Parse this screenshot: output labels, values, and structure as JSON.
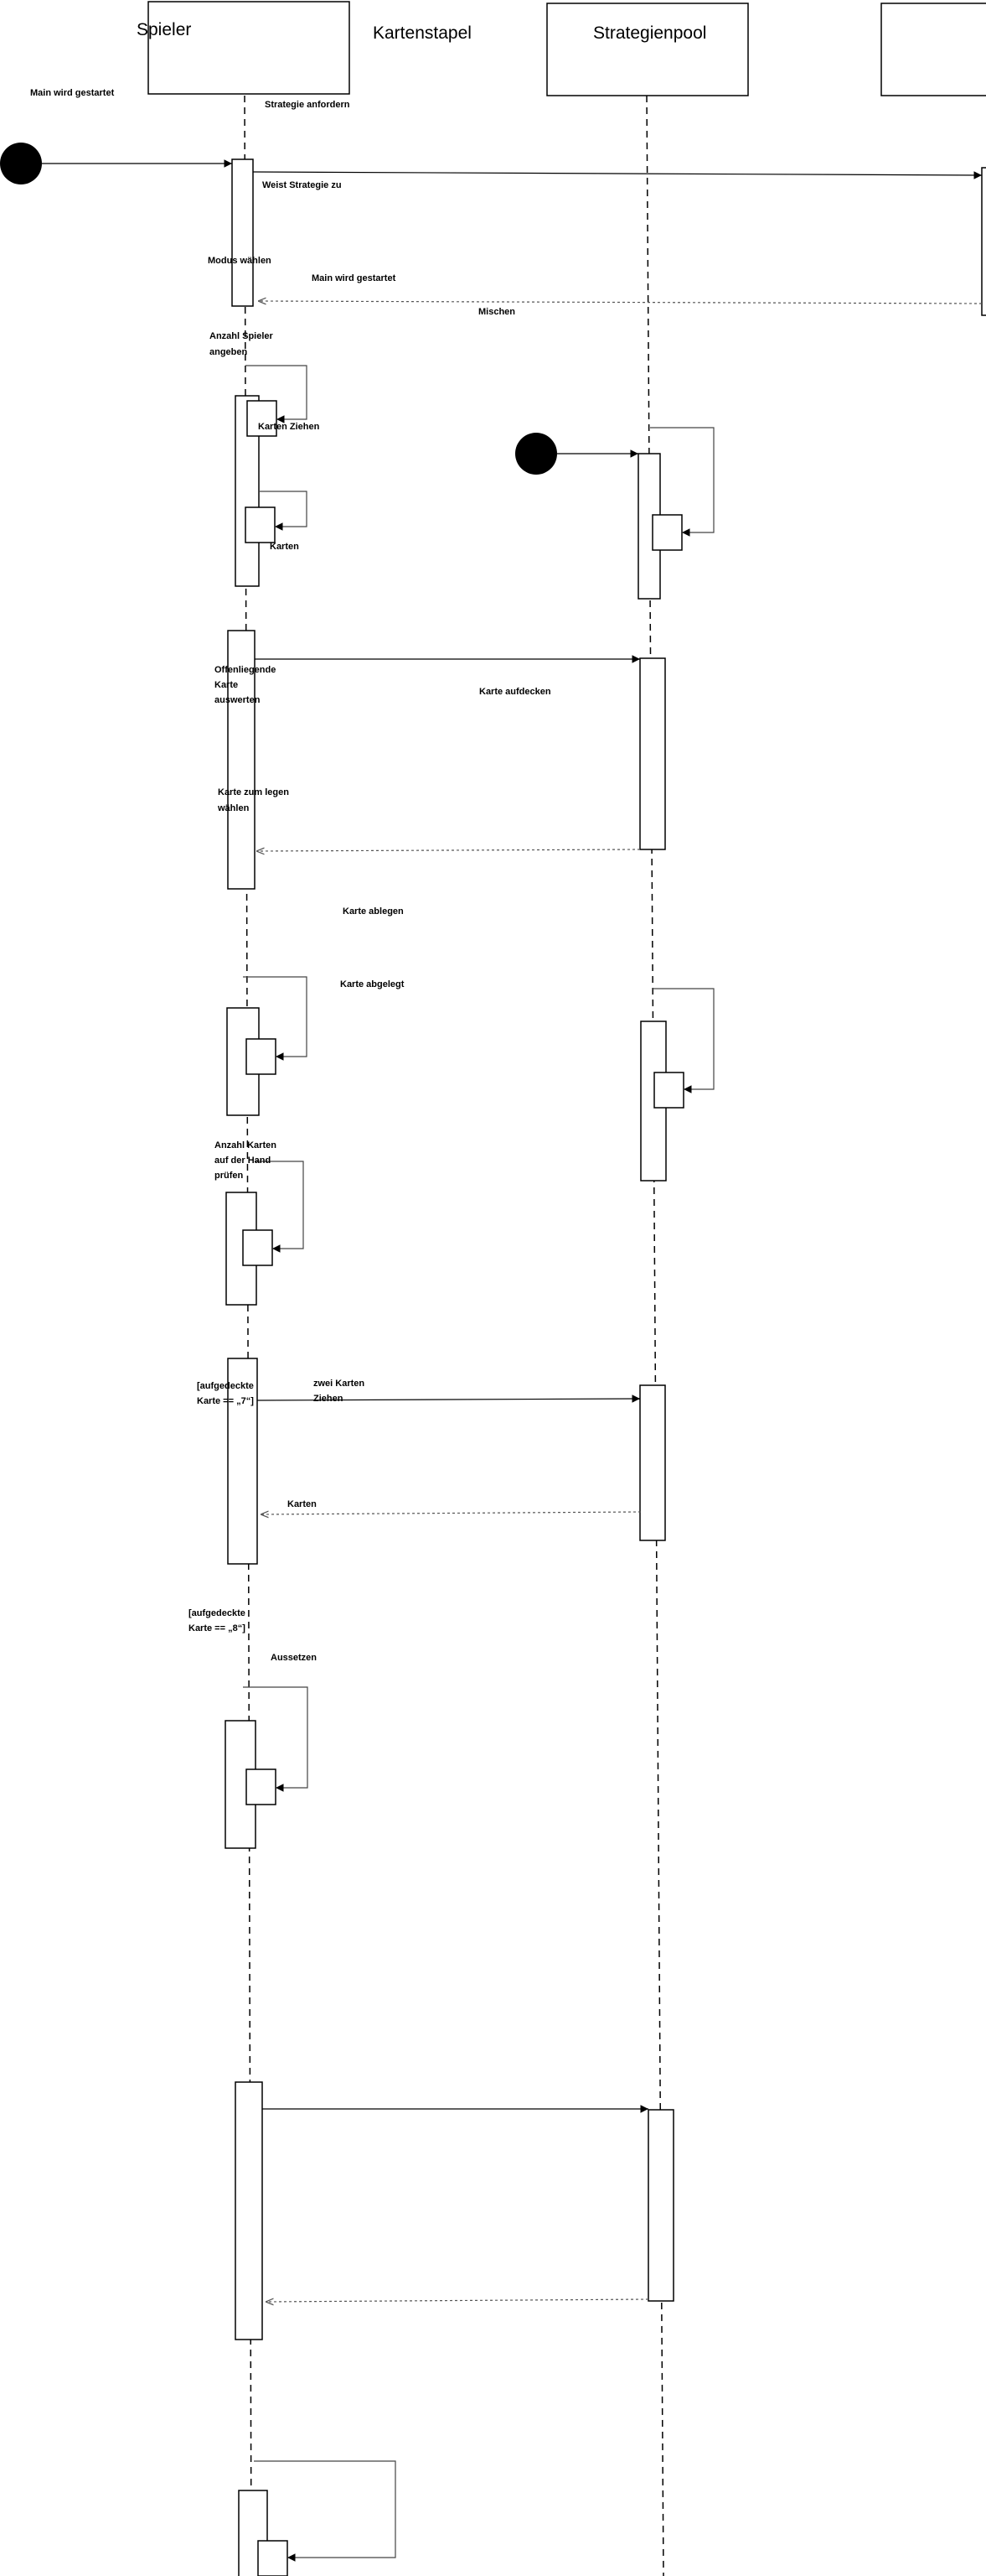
{
  "participants": [
    {
      "id": "spieler",
      "label": "Spieler"
    },
    {
      "id": "kartenstapel",
      "label": "Kartenstapel"
    },
    {
      "id": "strategienpool",
      "label": "Strategienpool"
    },
    {
      "id": "unnamed",
      "label": ""
    }
  ],
  "messages": {
    "main_started_top": "Main wird gestartet",
    "request_strategy": "Strategie anfordern",
    "assign_strategy": "Weist Strategie zu",
    "choose_mode": "Modus wählen",
    "main_started_return": "Main wird gestartet",
    "shuffle": "Mischen",
    "num_players_1": "Anzahl Spieler",
    "num_players_2": "angeben",
    "draw_cards": "Karten Ziehen",
    "cards_1": "Karten",
    "open_card_1": "Offenliegende",
    "open_card_2": "Karte",
    "open_card_3": "auswerten",
    "reveal_card": "Karte aufdecken",
    "choose_card_1": "Karte zum legen",
    "choose_card_2": "wählen",
    "place_card": "Karte ablegen",
    "card_placed": "Karte abgelegt",
    "check_hand_1": "Anzahl Karten",
    "check_hand_2": "auf der Hand",
    "check_hand_3": "prüfen",
    "guard7_1": "[aufgedeckte",
    "guard7_2": "Karte == „7“]",
    "draw_two_1": "zwei Karten",
    "draw_two_2": "Ziehen",
    "cards_2": "Karten",
    "guard8_1": "[aufgedeckte",
    "guard8_2": "Karte == „8“]",
    "skip": "Aussetzen"
  },
  "colors": {
    "line": "#000000",
    "background": "#ffffff",
    "return_line": "#555555"
  }
}
